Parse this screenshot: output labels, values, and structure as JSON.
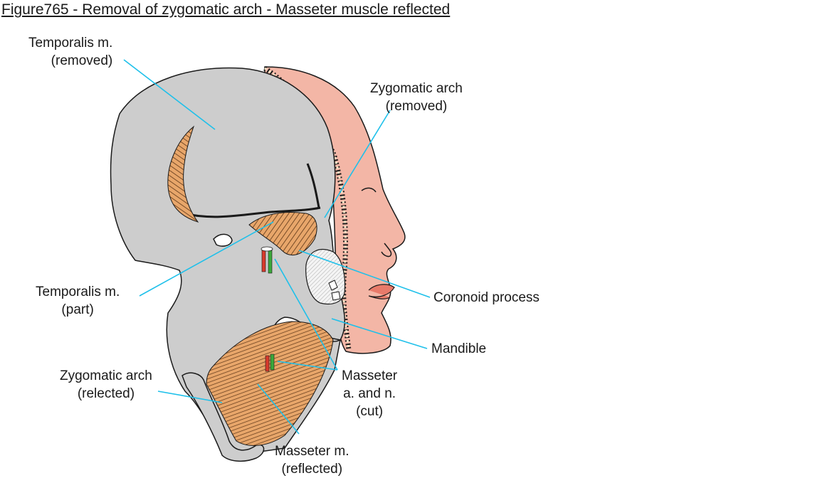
{
  "title": "Figure765 - Removal of zygomatic arch - Masseter muscle reflected",
  "labels": {
    "temporalis_removed": {
      "line1": "Temporalis m.",
      "line2": "(removed)"
    },
    "zygomatic_removed": {
      "line1": "Zygomatic arch",
      "line2": "(removed)"
    },
    "temporalis_part": {
      "line1": "Temporalis m.",
      "line2": "(part)"
    },
    "coronoid": {
      "line1": "Coronoid process"
    },
    "mandible": {
      "line1": "Mandible"
    },
    "zygomatic_reflected": {
      "line1": "Zygomatic arch",
      "line2": "(relected)"
    },
    "masseter_an": {
      "line1": "Masseter",
      "line2": "a. and n.",
      "line3": "(cut)"
    },
    "masseter_reflected": {
      "line1": "Masseter m.",
      "line2": "(reflected)"
    }
  },
  "colors": {
    "leader": "#1ec0ea",
    "bone": "#cdcdcd",
    "skin": "#f3b6a6",
    "muscle": "#e8a66a",
    "fiber": "#5a3416",
    "outline": "#1a1a1a",
    "artery": "#d83a2c",
    "nerve": "#3aa83a"
  }
}
